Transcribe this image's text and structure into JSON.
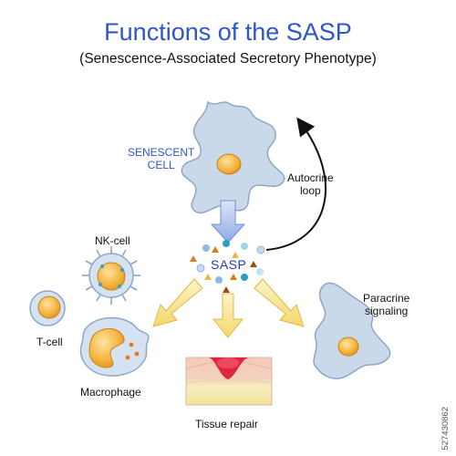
{
  "header": {
    "title": "Functions of the SASP",
    "subtitle": "(Senescence-Associated Secretory Phenotype)"
  },
  "labels": {
    "senescent_cell_line1": "SENESCENT",
    "senescent_cell_line2": "CELL",
    "autocrine_line1": "Autocrine",
    "autocrine_line2": "loop",
    "sasp": "SASP",
    "nk_cell": "NK-cell",
    "t_cell": "T-cell",
    "macrophage": "Macrophage",
    "tissue_repair": "Tissue repair",
    "paracrine_line1": "Paracrine",
    "paracrine_line2": "signaling"
  },
  "stock_id": "527430862",
  "colors": {
    "title_blue": "#2f56c8",
    "cell_fill": "#c9d9ea",
    "nucleus": "#f3b13a",
    "arrow_yellow": "#f6e08a",
    "arrow_blue": "#a9c0ec",
    "tissue_red": "#e0253f"
  }
}
